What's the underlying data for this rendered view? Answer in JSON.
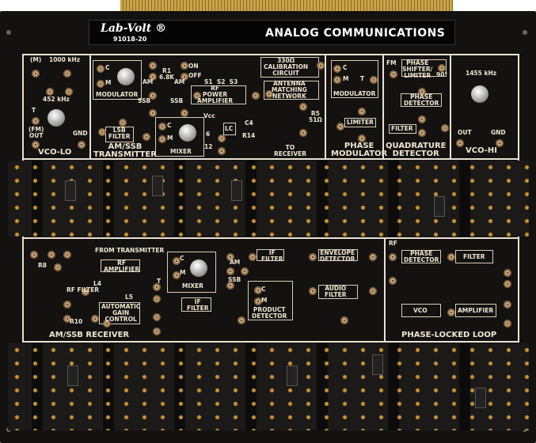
{
  "header": {
    "logo": "Lab-Volt ®",
    "model": "91018-20",
    "title": "ANALOG COMMUNICATIONS"
  },
  "vco_lo": {
    "m": "(M)",
    "f1000": "1000 kHz",
    "f452": "452 kHz",
    "t": "T",
    "fm_out": "(FM)\nOUT",
    "gnd": "GND",
    "title": "VCO-LO"
  },
  "transmitter": {
    "c": "C",
    "m": "M",
    "modulator": "MODULATOR",
    "r1": "R1\n6.8K",
    "on": "ON",
    "off": "OFF",
    "am1": "AM",
    "ssb1": "SSB",
    "am2": "AM",
    "ssb2": "SSB",
    "switches": "S1  S2  S3",
    "rf_amp": "RF\nPOWER\nAMPLIFIER",
    "calibration": "330Ω\nCALIBRATION\nCIRCUIT",
    "antenna": "ANTENNA\nMATCHING\nNETWORK",
    "lsb": "LSB\nFILTER",
    "mc": "C",
    "mm": "M",
    "mixer": "MIXER",
    "vcc": "Vcc",
    "lc": "LC",
    "c4": "C4",
    "r14": "R14",
    "n6": "6",
    "n12": "12",
    "r5": "R5\n51Ω",
    "to_receiver": "TO\nRECEIVER",
    "title": "AM/SSB\nTRANSMITTER"
  },
  "phase_mod": {
    "c": "C",
    "m": "M",
    "t": "T",
    "modulator": "MODULATOR",
    "limiter": "LIMITER",
    "title": "PHASE\nMODULATOR"
  },
  "quadrature": {
    "fm": "FM",
    "shifter": "PHASE\nSHIFTER/\nLIMITER",
    "deg": "90°",
    "detector": "PHASE\nDETECTOR",
    "filter": "FILTER",
    "title": "QUADRATURE\nDETECTOR"
  },
  "vco_hi": {
    "freq": "1455 kHz",
    "out": "OUT",
    "gnd": "GND",
    "title": "VCO-HI"
  },
  "receiver": {
    "from": "FROM TRANSMITTER",
    "r8": "R8",
    "rf_amp": "RF\nAMPLIFIER",
    "l4": "L4",
    "rf_filter": "RF FILTER",
    "l5": "L5",
    "t": "T",
    "agc": "AUTOMATIC\nGAIN\nCONTROL",
    "r10": "R10",
    "c": "C",
    "m": "M",
    "mixer": "MIXER",
    "am": "AM",
    "ssb": "SSB",
    "if1": "IF\nFILTER",
    "envelope": "ENVELOPE\nDETECTOR",
    "if2": "IF\nFILTER",
    "pc": "C",
    "pm": "M",
    "product": "PRODUCT\nDETECTOR",
    "audio": "AUDIO\nFILTER",
    "title": "AM/SSB RECEIVER"
  },
  "pll": {
    "rf": "RF",
    "detector": "PHASE\nDETECTOR",
    "filter": "FILTER",
    "vco": "VCO",
    "amplifier": "AMPLIFIER",
    "title": "PHASE-LOCKED LOOP"
  }
}
